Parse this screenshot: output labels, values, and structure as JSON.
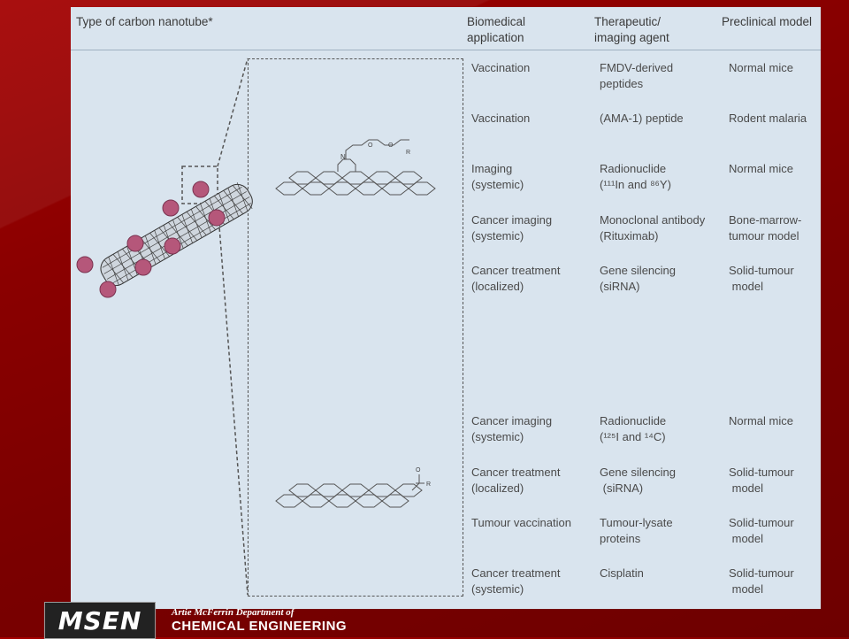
{
  "headers": {
    "type": "Type of carbon nanotube*",
    "app": "Biomedical\napplication",
    "agent": "Therapeutic/\nimaging agent",
    "model": "Preclinical model"
  },
  "rows": [
    {
      "app": "Vaccination",
      "agent": "FMDV-derived\npeptides",
      "model": "Normal mice"
    },
    {
      "app": "Vaccination",
      "agent": "(AMA-1) peptide",
      "model": "Rodent malaria"
    },
    {
      "app": "Imaging\n(systemic)",
      "agent": "Radionuclide\n(¹¹¹In and ⁸⁶Y)",
      "model": "Normal mice"
    },
    {
      "app": "Cancer imaging\n(systemic)",
      "agent": "Monoclonal antibody\n(Rituximab)",
      "model": "Bone-marrow-\ntumour model"
    },
    {
      "app": "Cancer treatment\n(localized)",
      "agent": "Gene silencing\n(siRNA)",
      "model": "Solid-tumour\n model"
    },
    {
      "app": "Cancer imaging\n(systemic)",
      "agent": "Radionuclide\n(¹²⁵I and ¹⁴C)",
      "model": "Normal mice"
    },
    {
      "app": "Cancer treatment\n(localized)",
      "agent": "Gene silencing\n (siRNA)",
      "model": "Solid-tumour\n model"
    },
    {
      "app": "Tumour vaccination",
      "agent": "Tumour-lysate\nproteins",
      "model": "Solid-tumour\n model"
    },
    {
      "app": "Cancer treatment\n(systemic)",
      "agent": "Cisplatin",
      "model": "Solid-tumour\n model"
    }
  ],
  "molecule": {
    "n_label": "N",
    "r1": "R",
    "o1": "O",
    "o2": "O",
    "o3": "O",
    "r2": "R"
  },
  "footer": {
    "logo": "MSEN",
    "dept_line1": "Artie McFerrin Department of",
    "dept_line2": "CHEMICAL ENGINEERING"
  },
  "colors": {
    "background": "#8a0000",
    "panel": "#d9e4ee",
    "particle": "#b5577a"
  }
}
